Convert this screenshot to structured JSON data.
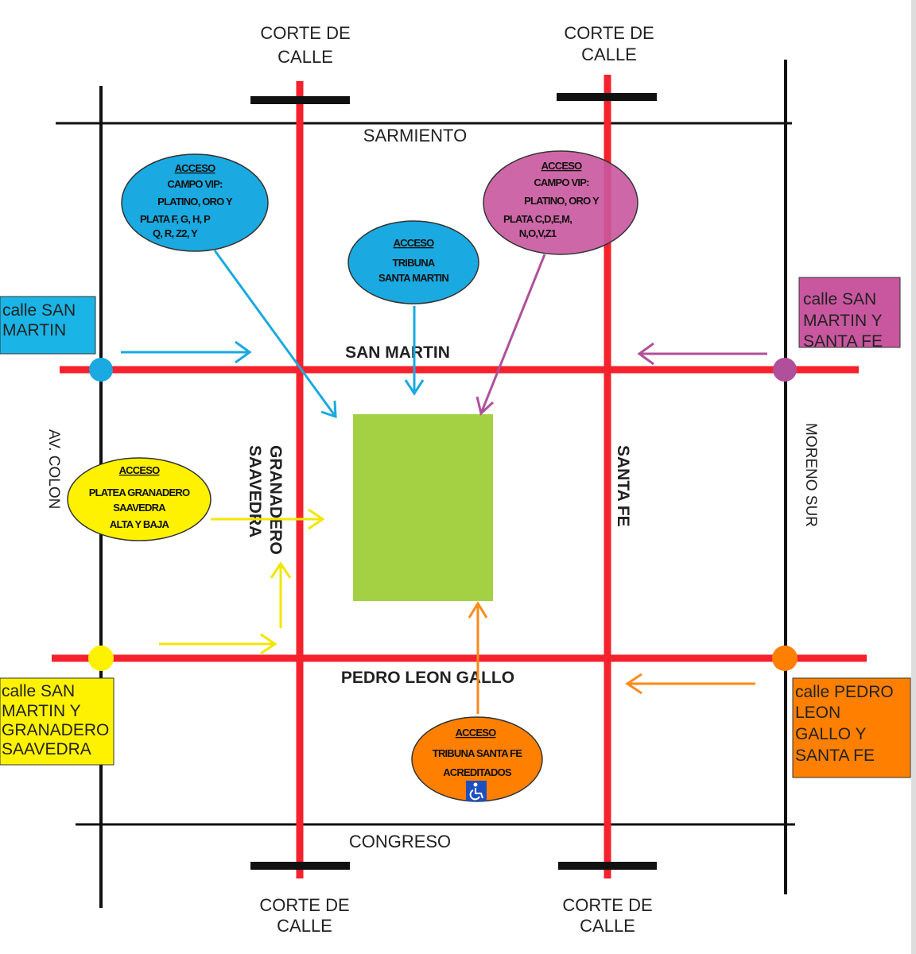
{
  "corte": {
    "line1": "CORTE DE",
    "line2": "CALLE"
  },
  "streets": {
    "sarmiento": "SARMIENTO",
    "congreso": "CONGRESO",
    "san_martin": "SAN MARTIN",
    "pedro_leon_gallo": "PEDRO LEON GALLO",
    "granadero_1": "GRANADERO",
    "granadero_2": "SAAVEDRA",
    "santa_fe": "SANTA FE",
    "av_colon": "AV. COLON",
    "moreno_sur": "MORENO SUR"
  },
  "accesos": {
    "vip_blue": {
      "title": "ACCESO",
      "lines": [
        "CAMPO VIP:",
        "PLATINO, ORO Y",
        "PLATA  F, G, H, P",
        "Q, R, Z2, Y"
      ]
    },
    "tribuna_sm": {
      "title": "ACCESO",
      "lines": [
        "TRIBUNA",
        "SANTA MARTIN"
      ]
    },
    "vip_pink": {
      "title": "ACCESO",
      "lines": [
        "CAMPO VIP:",
        "PLATINO, ORO Y",
        "PLATA  C,D,E,M,",
        "N,O,V,Z1"
      ]
    },
    "platea": {
      "title": "ACCESO",
      "lines": [
        "PLATEA GRANADERO",
        "SAAVEDRA",
        "ALTA Y BAJA"
      ]
    },
    "tribuna_sf": {
      "title": "ACCESO",
      "lines": [
        "TRIBUNA SANTA FE",
        "ACREDITADOS"
      ],
      "icon": "wheelchair-icon"
    }
  },
  "boxes": {
    "blue": [
      "calle SAN",
      "MARTIN"
    ],
    "pink": [
      "calle SAN",
      "MARTIN Y",
      "SANTA FE"
    ],
    "yellow": [
      "calle SAN",
      "MARTIN Y",
      "GRANADERO",
      "SAAVEDRA"
    ],
    "orange": [
      "calle PEDRO",
      "LEON",
      "GALLO Y",
      "SANTA FE"
    ]
  },
  "colors": {
    "red": "#f5222d",
    "blue": "#1aa9e0",
    "pink": "#c9579f",
    "yellow": "#fff200",
    "orange": "#ff8000",
    "green": "#a4d144"
  }
}
